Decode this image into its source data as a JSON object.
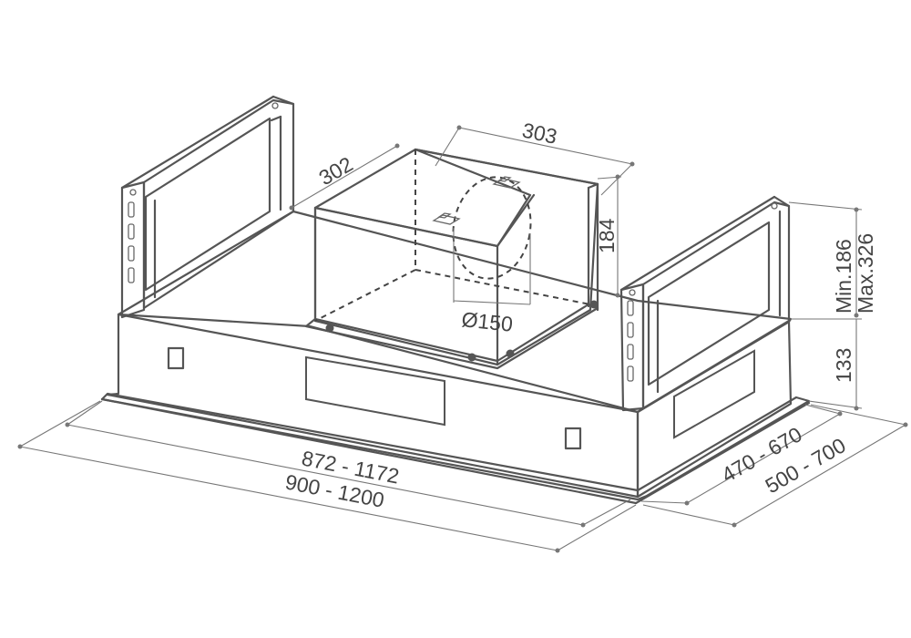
{
  "dimensions": {
    "top_width": "303",
    "top_depth": "302",
    "chimney_height": "184",
    "duct_diameter": "Ø150",
    "body_height": "133",
    "frame_height": "Min.186\nMax.326",
    "inner_width": "872 - 1172",
    "outer_width": "900 - 1200",
    "inner_depth": "470 - 670",
    "outer_depth": "500 - 700"
  },
  "colors": {
    "line": "#555555",
    "dimension": "#777777",
    "text": "#444444"
  }
}
